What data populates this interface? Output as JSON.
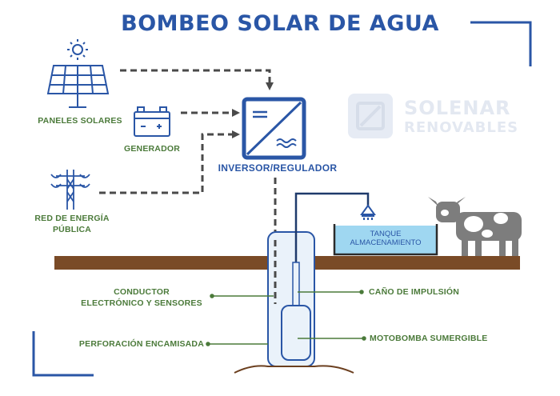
{
  "title": "BOMBEO SOLAR DE AGUA",
  "labels": {
    "solar_panels": "PANELES SOLARES",
    "generator": "GENERADOR",
    "grid_line1": "RED DE ENERGÍA",
    "grid_line2": "PÚBLICA",
    "inverter": "INVERSOR/REGULADOR",
    "tank_line1": "TANQUE",
    "tank_line2": "ALMACENAMIENTO",
    "conductor_line1": "CONDUCTOR",
    "conductor_line2": "ELECTRÓNICO Y SENSORES",
    "casing": "PERFORACIÓN ENCAMISADA",
    "pipe": "CAÑO DE IMPULSIÓN",
    "pump": "MOTOBOMBA SUMERGIBLE",
    "generator_symbols": "- +"
  },
  "logo": {
    "line1": "SOLENAR",
    "line2": "RENOVABLES"
  },
  "icons": {
    "sun": "sun-icon",
    "solar_panel": "solar-panel-icon",
    "battery": "generator-battery-icon",
    "power_tower": "power-tower-icon",
    "inverter": "inverter-icon",
    "faucet": "faucet-icon",
    "cow": "cow-icon",
    "pump": "submersible-pump-icon"
  },
  "colors": {
    "blue": "#2a56a6",
    "green": "#4b7a3a",
    "dash": "#4a4a4a",
    "ground": "#7a4b27",
    "water": "#9fd7f1",
    "cow": "#7d7d7d",
    "well_fill": "#eaf2fa"
  }
}
